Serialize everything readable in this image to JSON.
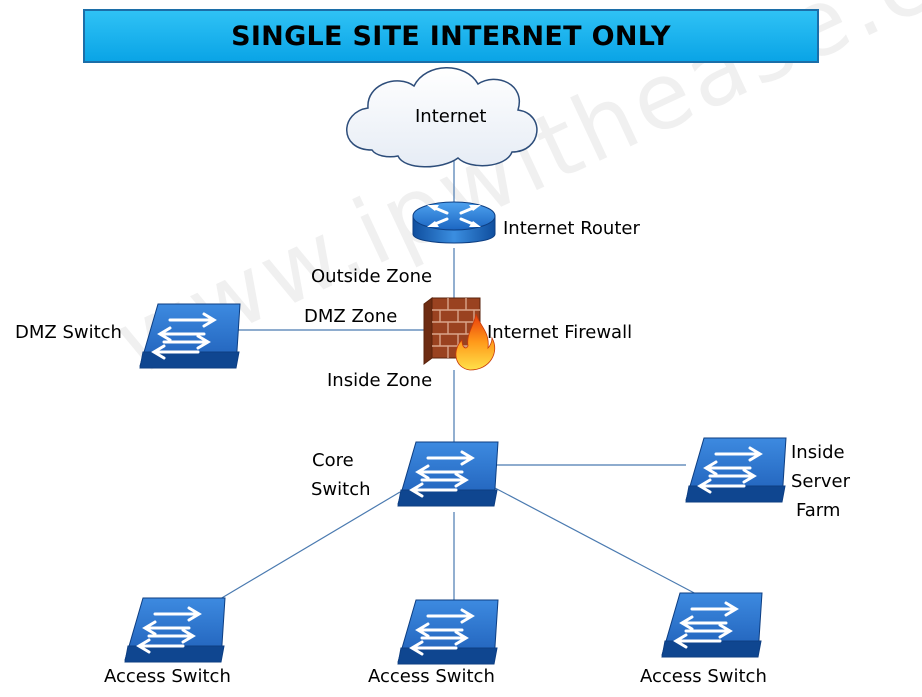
{
  "title": "SINGLE SITE INTERNET ONLY",
  "watermark": "www.ipwithease.com",
  "nodes": {
    "internet": "Internet",
    "router": "Internet Router",
    "firewall": "Internet Firewall",
    "dmz_switch": "DMZ Switch",
    "core_switch": [
      "Core",
      "Switch"
    ],
    "server_farm": [
      "Inside",
      "Server",
      "Farm"
    ],
    "access_switch_1": "Access Switch",
    "access_switch_2": "Access Switch",
    "access_switch_3": "Access Switch"
  },
  "zones": {
    "outside": "Outside Zone",
    "dmz": "DMZ Zone",
    "inside": "Inside Zone"
  },
  "colors": {
    "title_bg": "#0aa4e6",
    "switch_top": "#2a6fc4",
    "switch_side": "#0e4d9a",
    "router": "#1e78d0",
    "firewall_brick": "#8b3a1c",
    "link": "#4a7ab0"
  }
}
